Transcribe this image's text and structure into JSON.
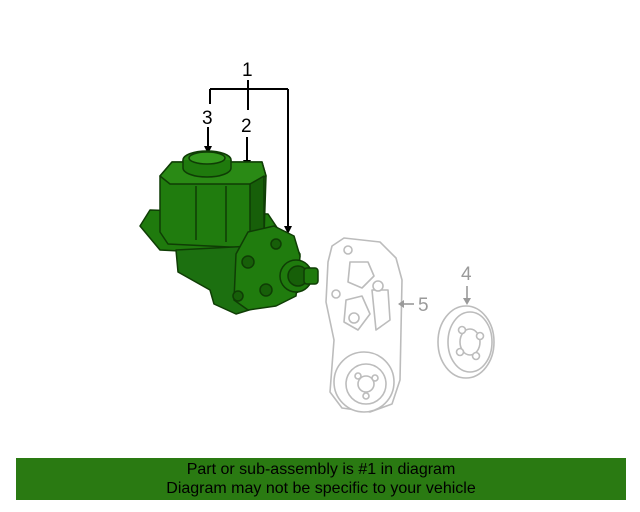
{
  "colors": {
    "highlight": "#1f7a0d",
    "highlight_dark": "#0f3d05",
    "ghost": "#bcbcbc",
    "ink": "#000000",
    "banner": "#2a7a12"
  },
  "callouts": {
    "c1": "1",
    "c2": "2",
    "c3": "3",
    "c4": "4",
    "c5": "5"
  },
  "banner": {
    "line1": "Part or sub-assembly is #1 in diagram",
    "line2": "Diagram may not be specific to your vehicle"
  }
}
